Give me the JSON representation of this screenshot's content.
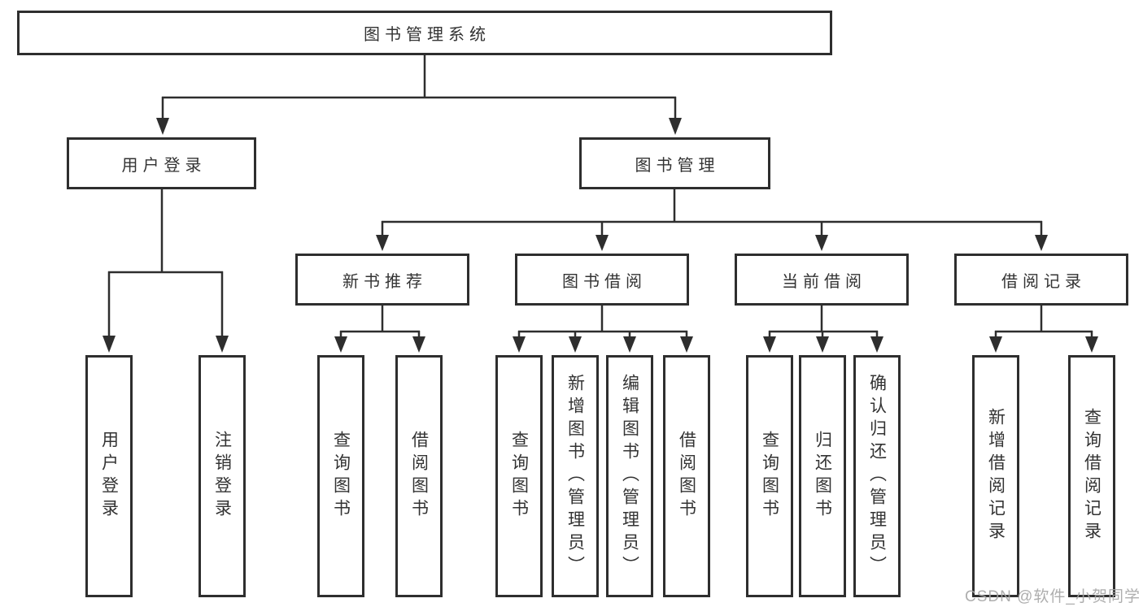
{
  "tree": {
    "label": "图书管理系统",
    "children": [
      {
        "label": "用户登录",
        "children": [
          {
            "label": "用户登录"
          },
          {
            "label": "注销登录"
          }
        ]
      },
      {
        "label": "图书管理",
        "children": [
          {
            "label": "新书推荐",
            "children": [
              {
                "label": "查询图书"
              },
              {
                "label": "借阅图书"
              }
            ]
          },
          {
            "label": "图书借阅",
            "children": [
              {
                "label": "查询图书"
              },
              {
                "label": "新增图书（管理员）"
              },
              {
                "label": "编辑图书（管理员）"
              },
              {
                "label": "借阅图书"
              }
            ]
          },
          {
            "label": "当前借阅",
            "children": [
              {
                "label": "查询图书"
              },
              {
                "label": "归还图书"
              },
              {
                "label": "确认归还（管理员）"
              }
            ]
          },
          {
            "label": "借阅记录",
            "children": [
              {
                "label": "新增借阅记录"
              },
              {
                "label": "查询借阅记录"
              }
            ]
          }
        ]
      }
    ]
  },
  "watermark": {
    "text": "CSDN @软件_小贺同学"
  },
  "colors": {
    "line": "#2e2e2e",
    "box_border": "#2e2e2e",
    "text": "#333333",
    "background": "#ffffff",
    "watermark": "#a5a5a5"
  }
}
